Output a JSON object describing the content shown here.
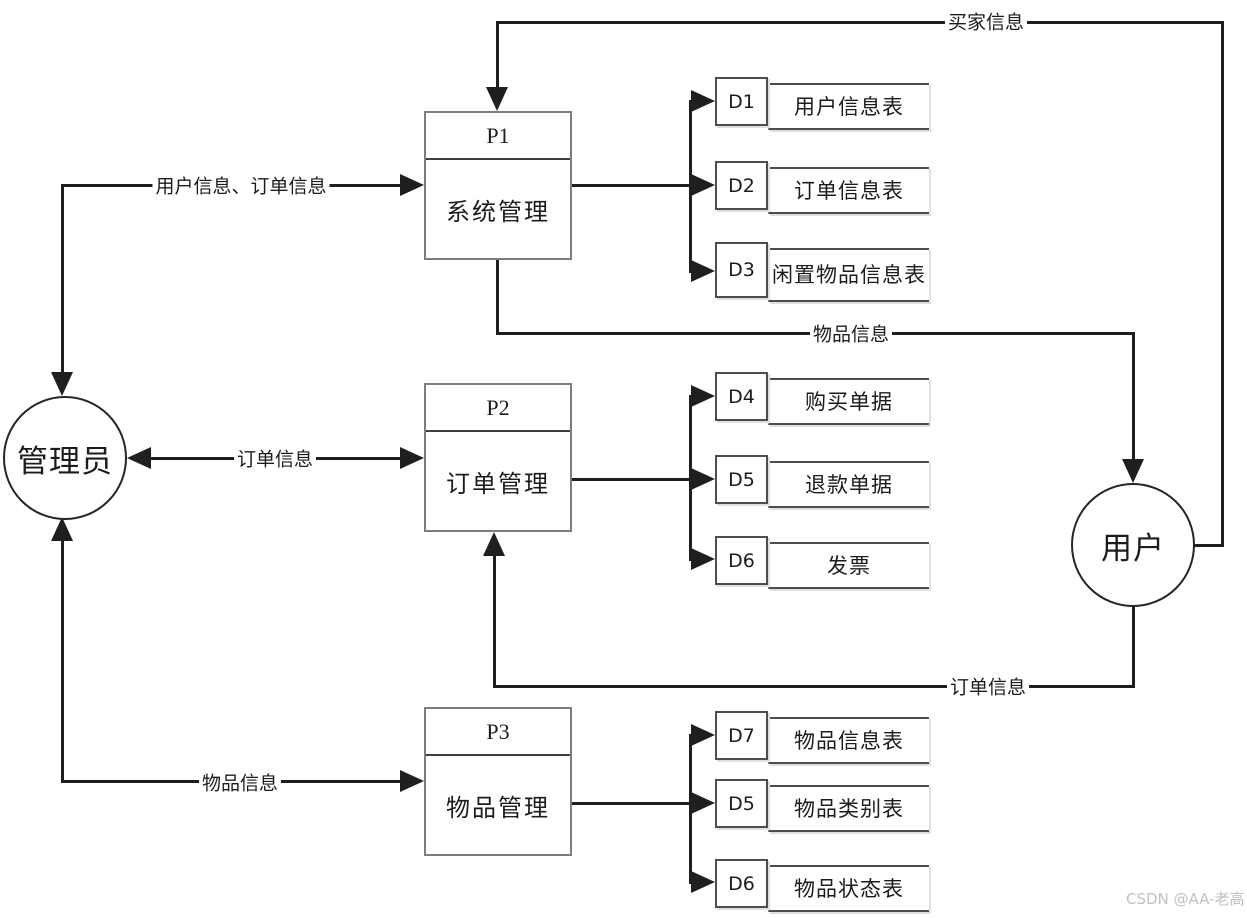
{
  "diagram": {
    "external_entities": [
      {
        "id": "admin",
        "label": "管理员"
      },
      {
        "id": "user",
        "label": "用户"
      }
    ],
    "processes": [
      {
        "code": "P1",
        "name": "系统管理"
      },
      {
        "code": "P2",
        "name": "订单管理"
      },
      {
        "code": "P3",
        "name": "物品管理"
      }
    ],
    "data_stores": [
      {
        "code": "D1",
        "name": "用户信息表"
      },
      {
        "code": "D2",
        "name": "订单信息表"
      },
      {
        "code": "D3",
        "name": "闲置物品信息表"
      },
      {
        "code": "D4",
        "name": "购买单据"
      },
      {
        "code": "D5",
        "name": "退款单据"
      },
      {
        "code": "D6",
        "name": "发票"
      },
      {
        "code": "D7",
        "name": "物品信息表"
      },
      {
        "code": "D5",
        "name": "物品类别表"
      },
      {
        "code": "D6",
        "name": "物品状态表"
      }
    ],
    "flow_labels": [
      {
        "id": "buyer-info",
        "text": "买家信息"
      },
      {
        "id": "user-order-info",
        "text": "用户信息、订单信息"
      },
      {
        "id": "item-info-top",
        "text": "物品信息"
      },
      {
        "id": "order-info-left",
        "text": "订单信息"
      },
      {
        "id": "order-info-right",
        "text": "订单信息"
      },
      {
        "id": "item-info-bottom",
        "text": "物品信息"
      }
    ],
    "watermark": "CSDN @AA-老高",
    "colors": {
      "line": "#1f1f1f",
      "process_border": "#7d7d7d",
      "store_border": "#4d4d4d",
      "watermark": "#c4c0c0",
      "background": "#ffffff"
    }
  }
}
